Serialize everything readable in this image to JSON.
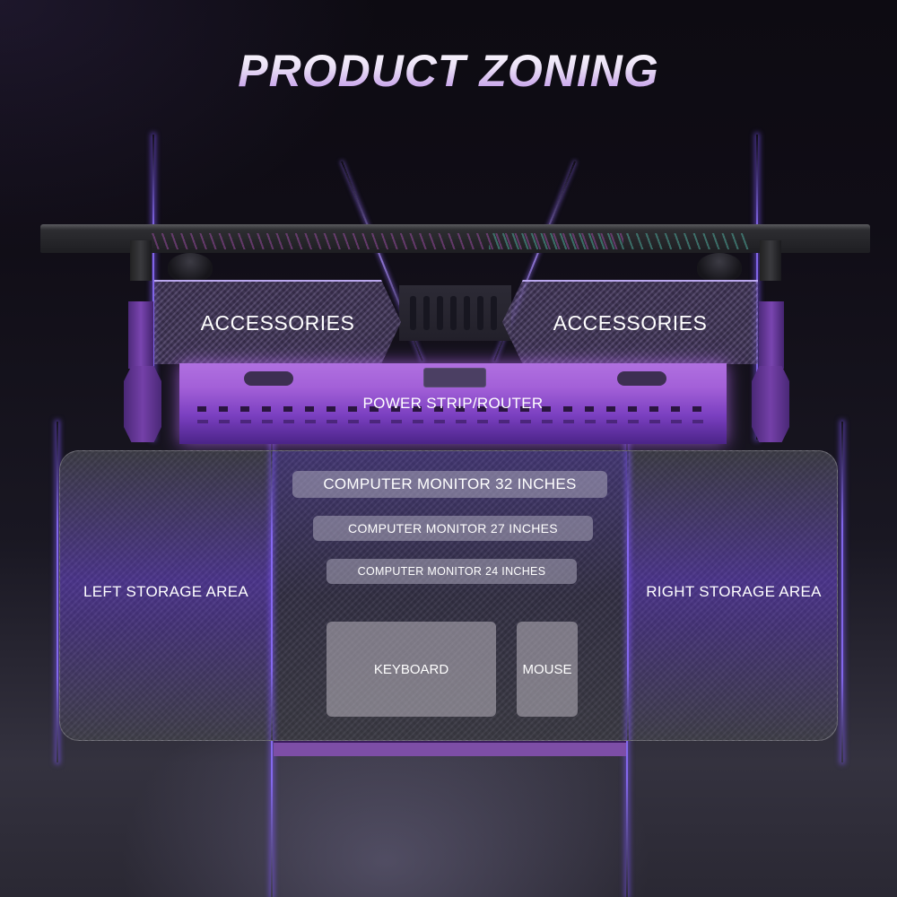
{
  "title": "PRODUCT ZONING",
  "colors": {
    "background": "#100d16",
    "accent_purple": "#a360d8",
    "glow": "#8c6eff",
    "text": "#ffffff"
  },
  "top_shelf": {
    "left_zone": {
      "label": "ACCESSORIES"
    },
    "right_zone": {
      "label": "ACCESSORIES"
    }
  },
  "cable_tray": {
    "label": "POWER STRIP/ROUTER"
  },
  "desk_surface": {
    "left_zone": {
      "label": "LEFT STORAGE AREA"
    },
    "right_zone": {
      "label": "RIGHT STORAGE AREA"
    },
    "center_zone": {
      "monitors": [
        {
          "label": "COMPUTER MONITOR 32 INCHES"
        },
        {
          "label": "COMPUTER MONITOR 27 INCHES"
        },
        {
          "label": "COMPUTER MONITOR 24 INCHES"
        }
      ],
      "keyboard": {
        "label": "KEYBOARD"
      },
      "mouse": {
        "label": "MOUSE"
      }
    }
  }
}
